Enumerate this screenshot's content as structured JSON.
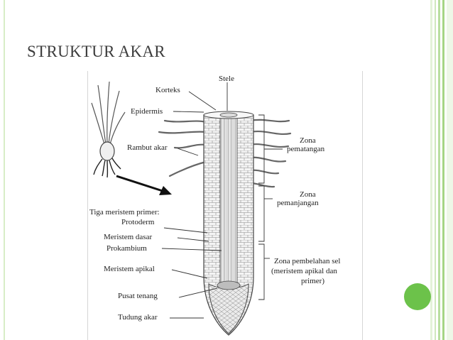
{
  "slide": {
    "title": "STRUKTUR AKAR",
    "accent_color": "#6cc24a",
    "border_color": "#d8edc7"
  },
  "figure": {
    "labels": {
      "stele": "Stele",
      "korteks": "Korteks",
      "epidermis": "Epidermis",
      "rambut_akar": "Rambut akar",
      "tiga_meristem": "Tiga meristem primer:",
      "protoderm": "Protoderm",
      "meristem_dasar": "Meristem dasar",
      "prokambium": "Prokambium",
      "meristem_apikal": "Meristem apikal",
      "pusat_tenang": "Pusat tenang",
      "tudung_akar": "Tudung akar",
      "zona_pematangan_1": "Zona",
      "zona_pematangan_2": "pematangan",
      "zona_pemanjangan_1": "Zona",
      "zona_pemanjangan_2": "pemanjangan",
      "zona_pembelahan_1": "Zona pembelahan sel",
      "zona_pembelahan_2": "(meristem apikal dan",
      "zona_pembelahan_3": "primer)"
    }
  }
}
